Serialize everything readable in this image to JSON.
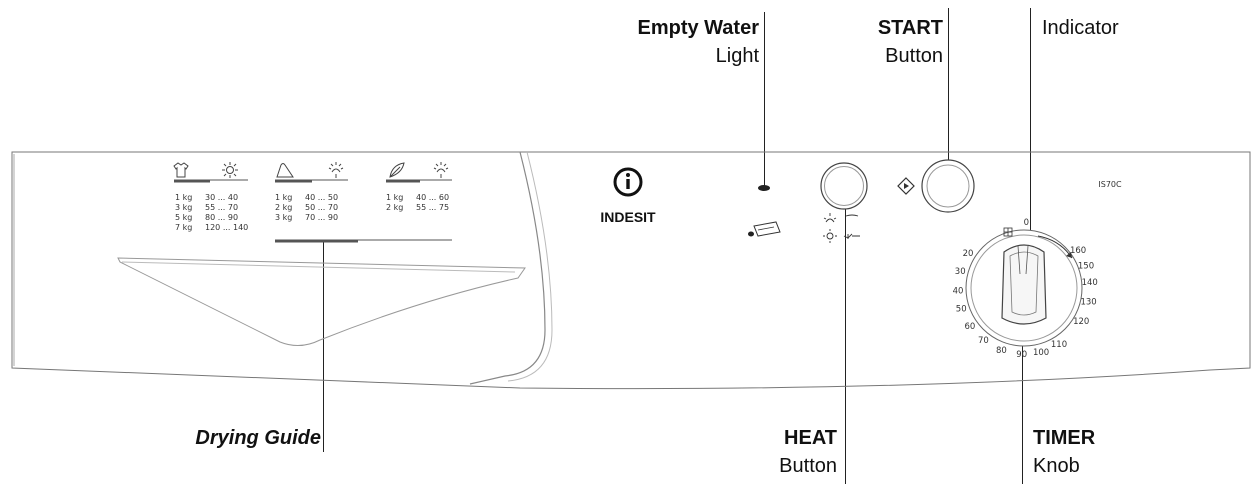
{
  "callouts": {
    "empty_water": {
      "title": "Empty Water",
      "sub": "Light"
    },
    "start": {
      "title": "START",
      "sub": "Button"
    },
    "indicator": {
      "sub": "Indicator"
    },
    "drying_guide": {
      "title": "Drying Guide"
    },
    "heat": {
      "title": "HEAT",
      "sub": "Button"
    },
    "timer": {
      "title": "TIMER",
      "sub": "Knob"
    }
  },
  "brand": {
    "name": "INDESIT",
    "model": "IS70C"
  },
  "drying_guide": {
    "columns": [
      {
        "icon": "shirt-icon",
        "heat_icon": "sun-icon",
        "rows": [
          [
            "1 kg",
            "30 ... 40"
          ],
          [
            "3 kg",
            "55 ... 70"
          ],
          [
            "5 kg",
            "80 ... 90"
          ],
          [
            "7 kg",
            "120 ... 140"
          ]
        ]
      },
      {
        "icon": "delicate-icon",
        "heat_icon": "half-sun-icon",
        "rows": [
          [
            "1 kg",
            "40 ... 50"
          ],
          [
            "2 kg",
            "50 ... 70"
          ],
          [
            "3 kg",
            "70 ... 90"
          ]
        ]
      },
      {
        "icon": "feather-icon",
        "heat_icon": "half-sun-icon",
        "rows": [
          [
            "1 kg",
            "40 ... 60"
          ],
          [
            "2 kg",
            "55 ... 75"
          ]
        ]
      }
    ]
  },
  "timer_dial": {
    "left": [
      "20",
      "30",
      "40",
      "50",
      "60",
      "70",
      "80",
      "90"
    ],
    "bottom": [
      "100",
      "110"
    ],
    "right": [
      "120",
      "130",
      "140",
      "150",
      "160"
    ],
    "top": [
      "0"
    ]
  }
}
